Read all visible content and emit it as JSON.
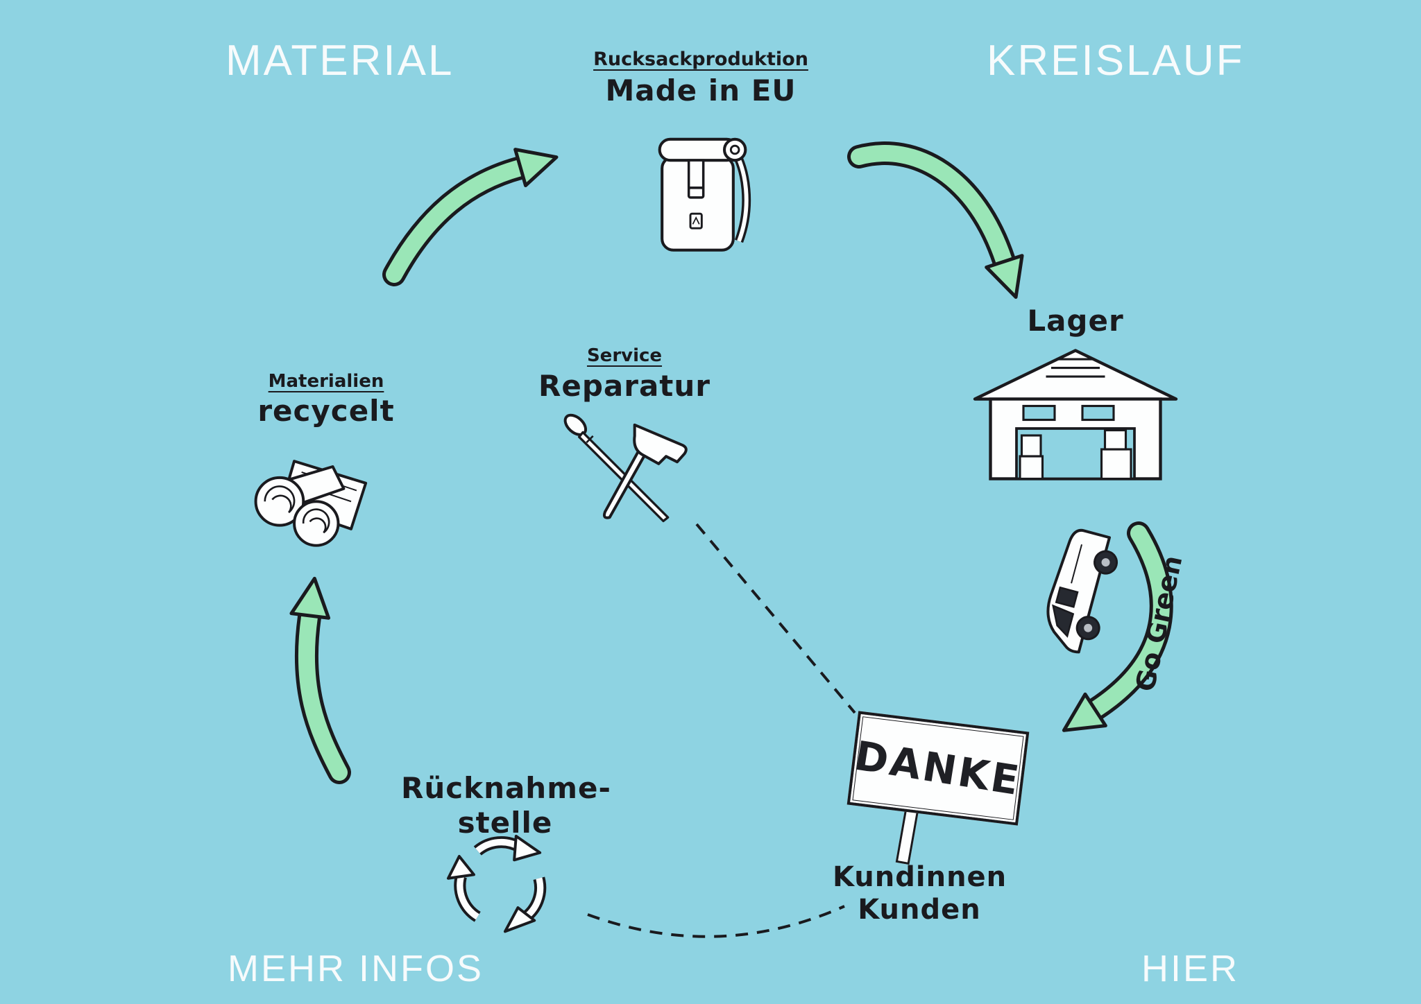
{
  "colors": {
    "background": "#8ed3e2",
    "arrow_green": "#9ae6b7",
    "ink": "#1a1a1e",
    "paper_white": "#fdfefe",
    "corner_text": "#f7fbfc"
  },
  "corner_labels": {
    "top_left": "MATERIAL",
    "top_right": "KREISLAUF",
    "bottom_left": "MEHR INFOS",
    "bottom_right": "HIER"
  },
  "nodes": {
    "production": {
      "subtitle": "Rucksackproduktion",
      "title": "Made in EU"
    },
    "storage": {
      "title": "Lager"
    },
    "delivery": {
      "arrow_label": "Go Green"
    },
    "repair": {
      "subtitle": "Service",
      "title": "Reparatur"
    },
    "materials": {
      "subtitle": "Materialien",
      "title": "recycelt"
    },
    "takeback": {
      "title_line1": "Rücknahme-",
      "title_line2": "stelle"
    },
    "customers": {
      "sign_text": "DANKE",
      "label_line1": "Kundinnen",
      "label_line2": "Kunden"
    }
  },
  "icons": [
    "backpack-icon",
    "warehouse-icon",
    "delivery-van-icon",
    "repair-tools-icon",
    "fabric-rolls-icon",
    "recycle-arrows-icon",
    "danke-sign"
  ]
}
